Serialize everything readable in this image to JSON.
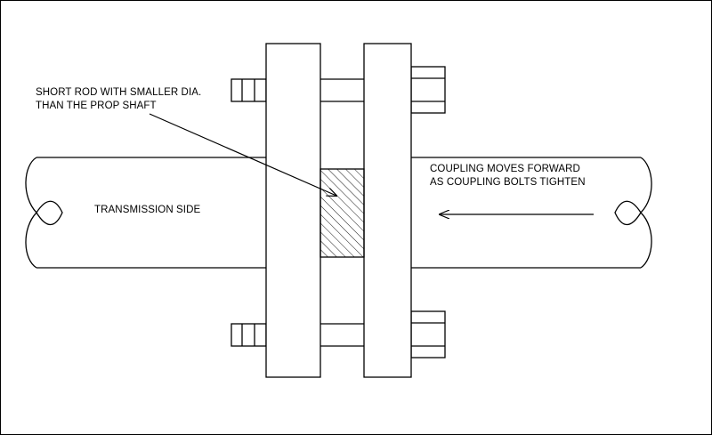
{
  "diagram": {
    "rod_label": {
      "line1": "SHORT ROD WITH SMALLER DIA.",
      "line2": "THAN THE PROP SHAFT"
    },
    "transmission_label": "TRANSMISSION SIDE",
    "coupling_label": {
      "line1": "COUPLING MOVES FORWARD",
      "line2": "AS COUPLING BOLTS TIGHTEN"
    },
    "colors": {
      "stroke": "#000000",
      "background": "#ffffff"
    }
  }
}
